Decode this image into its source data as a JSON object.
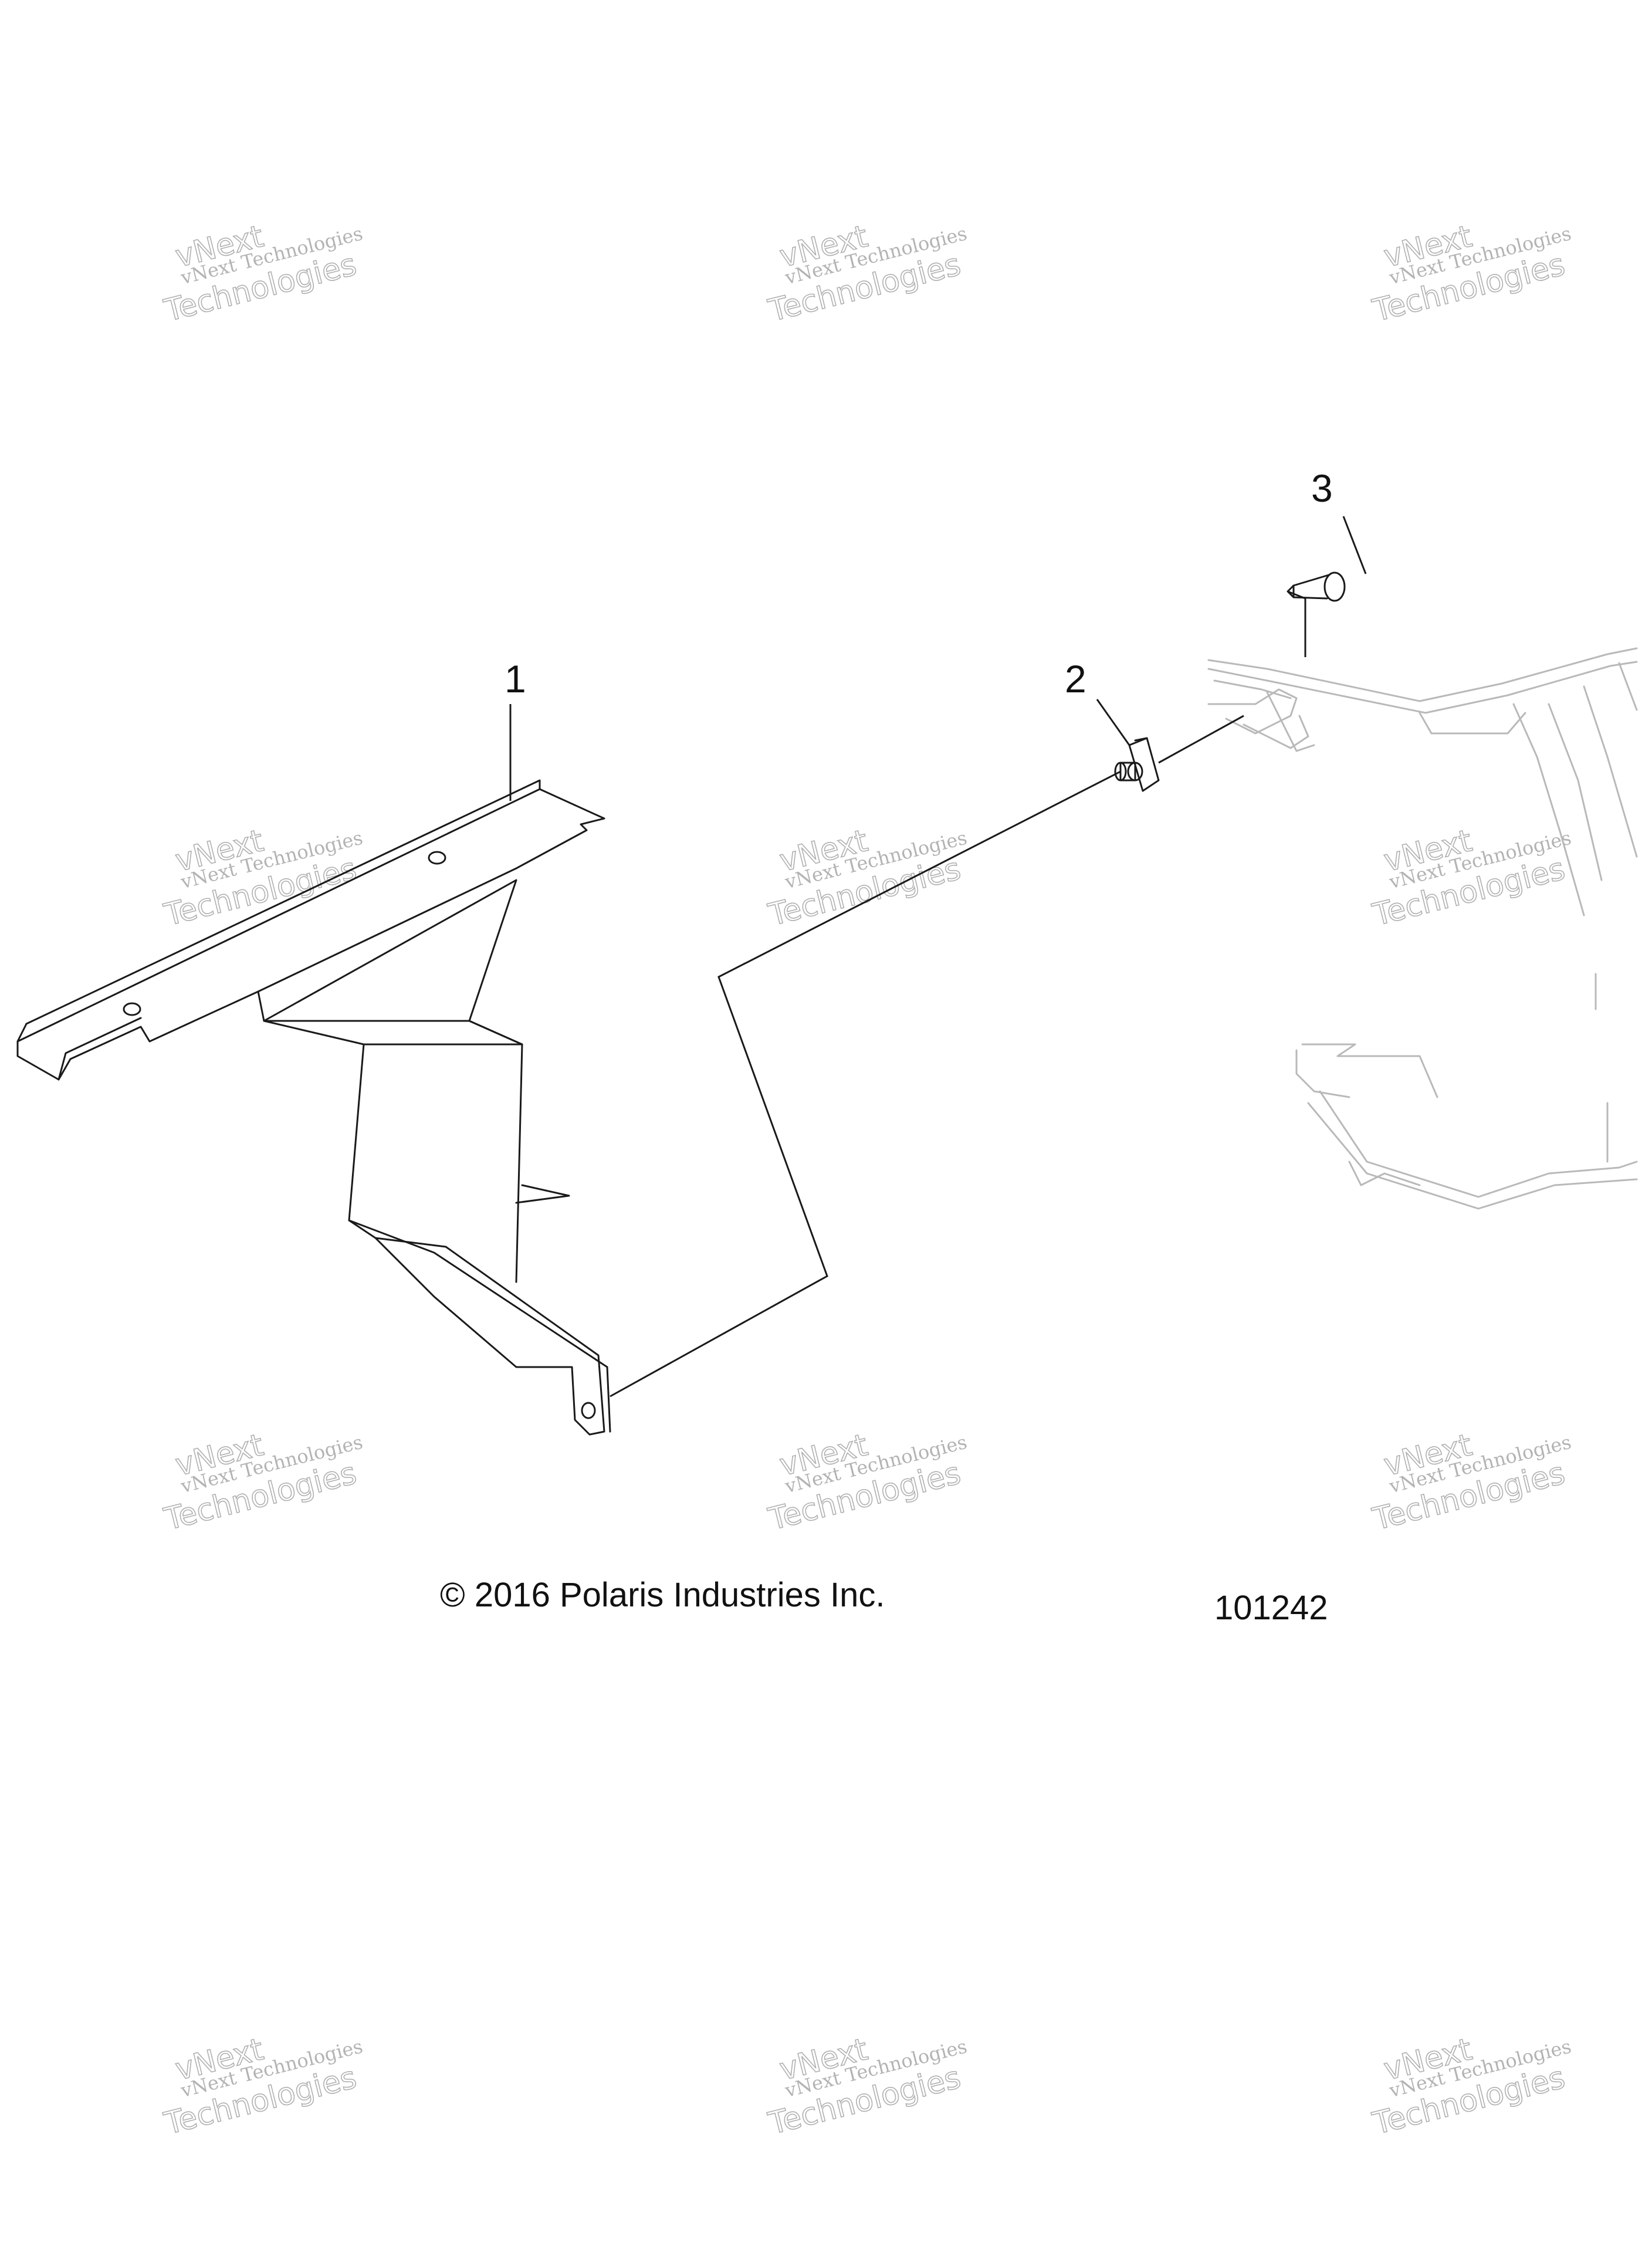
{
  "callouts": [
    {
      "number": "1",
      "part": "bracket"
    },
    {
      "number": "2",
      "part": "clip-nut"
    },
    {
      "number": "3",
      "part": "screw"
    }
  ],
  "copyright": "© 2016 Polaris Industries Inc.",
  "figure_id": "101242",
  "watermark": {
    "line1": "vNext Technologies",
    "line2": "vNext",
    "line3": "Technologies"
  }
}
